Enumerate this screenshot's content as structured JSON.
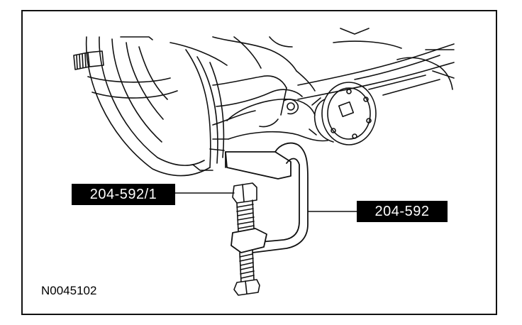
{
  "figure": {
    "id_label": "N0045102"
  },
  "callouts": {
    "tool_1": "204-592/1",
    "tool_2": "204-592"
  },
  "colors": {
    "line": "#111111",
    "label_background": "#000000",
    "label_text": "#ffffff"
  }
}
